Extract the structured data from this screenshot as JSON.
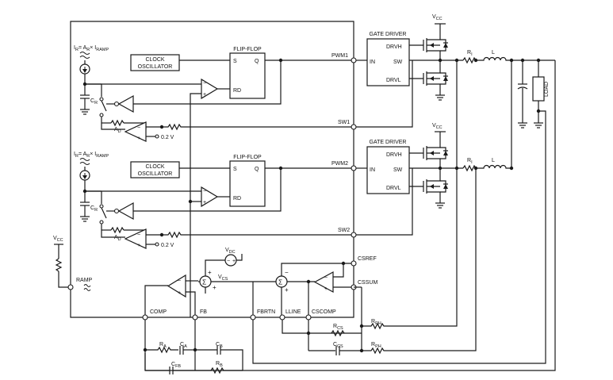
{
  "ramp_eq_1": "I",
  "ramp_eq_1_sub": "R",
  "ramp_eq_1_rest": "= A",
  "ramp_eq_1_sub2": "R",
  "ramp_eq_1_rest2": "× I",
  "ramp_eq_1_sub3": "RAMP",
  "clock_oscillator_line1": "CLOCK",
  "clock_oscillator_line2": "OSCILLATOR",
  "flip_flop_label": "FLIP-FLOP",
  "ff_s": "S",
  "ff_q": "Q",
  "ff_rd": "RD",
  "gate_driver_label": "GATE DRIVER",
  "gd_drvh": "DRVH",
  "gd_in": "IN",
  "gd_sw": "SW",
  "gd_drvl": "DRVL",
  "cr": "C",
  "cr_sub": "R",
  "ad": "A",
  "ad_sub": "D",
  "v02": "0.2 V",
  "vcc": "V",
  "vcc_sub": "CC",
  "pin_pwm1": "PWM1",
  "pin_sw1": "SW1",
  "pin_pwm2": "PWM2",
  "pin_sw2": "SW2",
  "pin_csref": "CSREF",
  "pin_cssum": "CSSUM",
  "pin_comp": "COMP",
  "pin_fb": "FB",
  "pin_fbrtn": "FBRTN",
  "pin_lline": "LLINE",
  "pin_cscomp": "CSCOMP",
  "ramp": "RAMP",
  "vdc": "V",
  "vdc_sub": "DC",
  "vcs": "V",
  "vcs_sub": "CS",
  "ri": "R",
  "ri_sub": "I",
  "l": "L",
  "load": "LOAD",
  "ra": "R",
  "ra_sub": "A",
  "ca": "C",
  "ca_sub": "A",
  "cb": "C",
  "cb_sub": "B",
  "rb": "R",
  "rb_sub": "B",
  "cfb": "C",
  "cfb_sub": "FB",
  "rcs": "R",
  "rcs_sub": "CS",
  "ccs": "C",
  "ccs_sub": "CS",
  "rph": "R",
  "rph_sub": "PH",
  "plus": "+",
  "minus": "−",
  "sigma": "Σ",
  "icon_names": [
    "current-source-icon",
    "op-amp-icon",
    "mosfet-icon",
    "inductor-icon",
    "resistor-icon",
    "capacitor-icon",
    "ground-icon",
    "switch-icon",
    "summing-junction-icon",
    "voltage-source-icon"
  ]
}
